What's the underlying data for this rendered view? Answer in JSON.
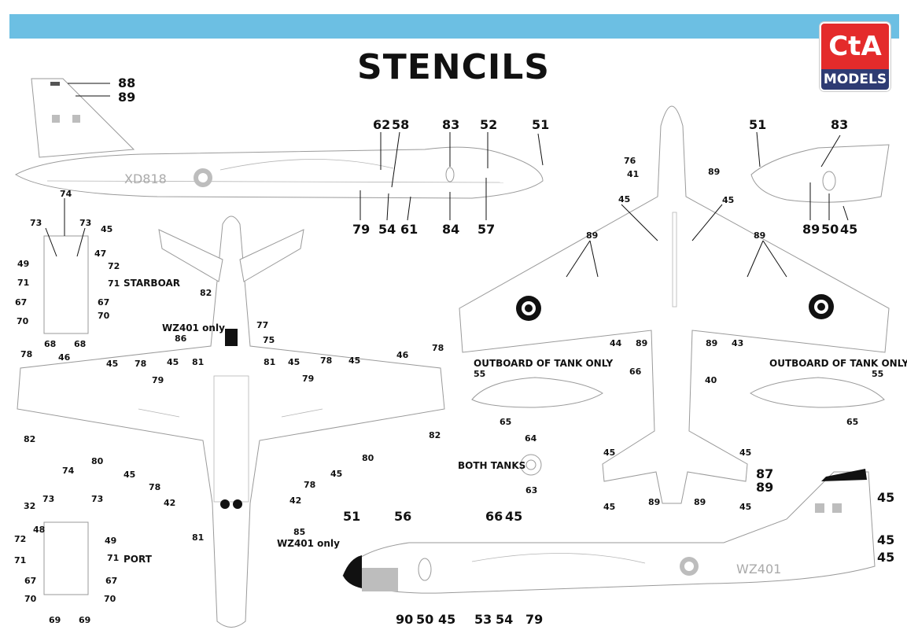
{
  "header": {
    "title": "STENCILS",
    "logo_top": "CtA",
    "logo_bottom": "MODELS",
    "band_color": "#6cbfe3",
    "logo_red": "#e42b2b",
    "logo_blue": "#2e3b73"
  },
  "serials": {
    "top_side": "XD818",
    "bottom_side": "WZ401"
  },
  "captions": {
    "starboard": "STARBOAR",
    "port": "PORT",
    "wz401_only_1": "WZ401 only",
    "wz401_only_2": "WZ401 only",
    "outboard_left": "OUTBOARD OF TANK ONLY",
    "outboard_right": "OUTBOARD OF TANK ONLY",
    "both_tanks": "BOTH TANKS"
  },
  "callouts": {
    "c88": "88",
    "c89a": "89",
    "c62": "62",
    "c58": "58",
    "c83a": "83",
    "c52": "52",
    "c51a": "51",
    "c79a": "79",
    "c54a": "54",
    "c61": "61",
    "c84": "84",
    "c57": "57",
    "c51b": "51",
    "c83b": "83",
    "c89b": "89",
    "c50a": "50",
    "c45a": "45",
    "c74a": "74",
    "c73a": "73",
    "c73b": "73",
    "c45b": "45",
    "c49a": "49",
    "c47": "47",
    "c72a": "72",
    "c71a": "71",
    "c71b": "71",
    "c67a": "67",
    "c67b": "67",
    "c70a": "70",
    "c70b": "70",
    "c68a": "68",
    "c68b": "68",
    "c82a": "82",
    "c77": "77",
    "c86": "86",
    "c75": "75",
    "c78a": "78",
    "c46a": "46",
    "c45c": "45",
    "c78b": "78",
    "c45d": "45",
    "c81a": "81",
    "c81b": "81",
    "c45e": "45",
    "c78c": "78",
    "c45f": "45",
    "c46b": "46",
    "c78d": "78",
    "c79b": "79",
    "c79c": "79",
    "c82b": "82",
    "c80a": "80",
    "c45g": "45",
    "c78e": "78",
    "c42a": "42",
    "c42b": "42",
    "c78f": "78",
    "c45h": "45",
    "c80b": "80",
    "c82c": "82",
    "c81c": "81",
    "c85": "85",
    "c76": "76",
    "c41": "41",
    "c89c": "89",
    "c45i": "45",
    "c45j": "45",
    "c89d": "89",
    "c89e": "89",
    "c44": "44",
    "c89f": "89",
    "c89g": "89",
    "c43": "43",
    "c66a": "66",
    "c40": "40",
    "c55a": "55",
    "c65a": "65",
    "c55b": "55",
    "c65b": "65",
    "c64": "64",
    "c63": "63",
    "c45k": "45",
    "c45l": "45",
    "c45m": "45",
    "c45n": "45",
    "c89h": "89",
    "c89i": "89",
    "c74b": "74",
    "c32": "32",
    "c73c": "73",
    "c73d": "73",
    "c48": "48",
    "c72b": "72",
    "c49b": "49",
    "c71c": "71",
    "c71d": "71",
    "c67c": "67",
    "c67d": "67",
    "c70c": "70",
    "c70d": "70",
    "c69a": "69",
    "c69b": "69",
    "c51c": "51",
    "c56": "56",
    "c66b": "66",
    "c45o": "45",
    "c87": "87",
    "c89j": "89",
    "c45p": "45",
    "c45q": "45",
    "c45r": "45",
    "c90": "90",
    "c50b": "50",
    "c45s": "45",
    "c53": "53",
    "c54b": "54",
    "c79d": "79"
  }
}
